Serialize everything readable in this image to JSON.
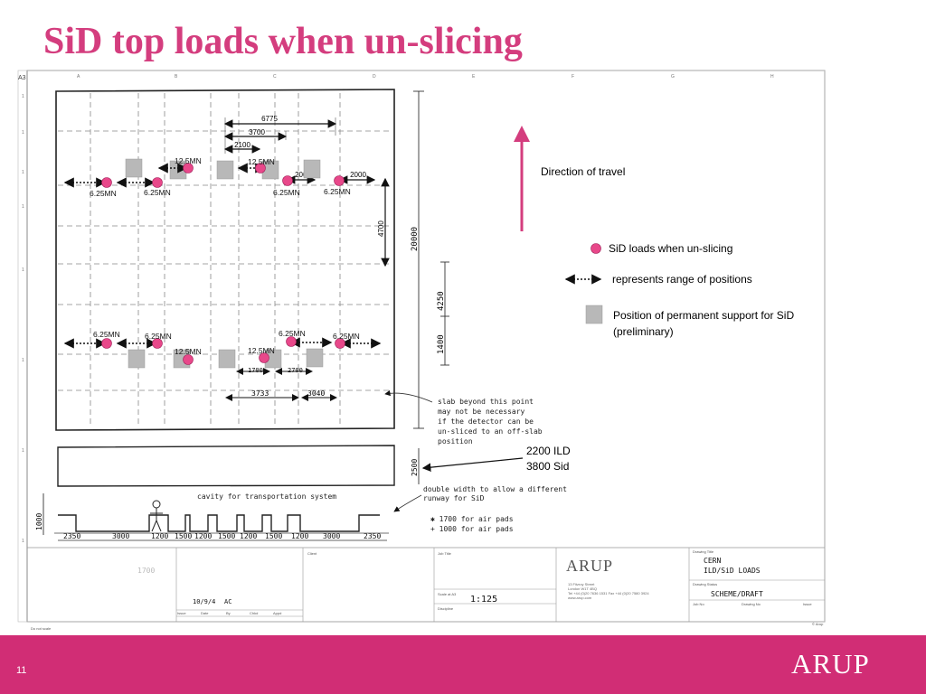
{
  "title": "SiD top loads when un-slicing",
  "sheet": {
    "size": "A3",
    "columns": [
      "A",
      "B",
      "C",
      "D",
      "E",
      "F",
      "G",
      "H"
    ],
    "row_numbers": [
      "1",
      "1",
      "1",
      "1",
      "1",
      "1",
      "1",
      "1"
    ],
    "not_to_scale": "Do not scale",
    "copyright": "© Arup"
  },
  "dimensions": {
    "d6775": "6775",
    "d3700": "3700",
    "d2100": "2100",
    "d2000a": "2000",
    "d2000b": "2000",
    "d4700": "4700",
    "d20000": "20000",
    "d4250": "4250",
    "d1400": "1400",
    "d1700": "1700",
    "d2700": "2700",
    "d3733": "3733",
    "d3040": "3040",
    "d2500": "2500",
    "d1000": "1000",
    "bottom": [
      "2350",
      "3000",
      "1200",
      "1500",
      "1200",
      "1500",
      "1200",
      "1500",
      "1200",
      "3000",
      "2350"
    ]
  },
  "loads_top": {
    "big1": "12.5MN",
    "big2": "12.5MN",
    "s1": "6.25MN",
    "s2": "6.25MN",
    "s3": "6.25MN",
    "s4": "6.25MN"
  },
  "loads_bottom": {
    "s1": "6.25MN",
    "s2": "6.25MN",
    "s3": "6.25MN",
    "s4": "6.25MN",
    "big1": "12.5MN",
    "big2": "12.5MN"
  },
  "legend": {
    "direction": "Direction of travel",
    "sid_loads": "SiD loads when un-slicing",
    "range": "represents range of positions",
    "support_line1": "Position of permanent support for SiD",
    "support_line2": "(preliminary)"
  },
  "annotations": {
    "ild_sid_line1": "2200 ILD",
    "ild_sid_line2": "3800 Sid",
    "slab_note": [
      "slab beyond this point",
      "may not be necessary",
      "if the detector can be",
      "un-sliced to an off-slab",
      "position"
    ],
    "cavity": "cavity for transportation system",
    "runway": [
      "double width to allow a different",
      "runway for SiD"
    ],
    "air1": "✱ 1700  for air pads",
    "air2": "+ 1000  for air pads"
  },
  "title_block": {
    "client_label": "Client",
    "job_title_label": "Job Title",
    "scale_label": "Scale at A3",
    "scale_value": "1:125",
    "discipline_label": "Discipline",
    "drawing_title_label": "Drawing Title",
    "drawing_title_value_1": "CERN",
    "drawing_title_value_2": "ILD/SiD LOADS",
    "drawing_status_label": "Drawing Status",
    "drawing_status_value": "SCHEME/DRAFT",
    "job_no_label": "Job No",
    "drawing_no_label": "Drawing No",
    "issue_label": "Issue",
    "arup": "ARUP",
    "address": [
      "13 Fitzroy Street",
      "London W1T 4BQ",
      "Tel +44 (0)20 7636 1531 Fax +44 (0)20 7580 3924",
      "www.arup.com"
    ],
    "rev_headers": [
      "Issue",
      "Date",
      "By",
      "Chkd",
      "Appd"
    ],
    "rev_date": "10/9/4",
    "rev_by": "AC",
    "margin_note": "1700"
  },
  "footer": {
    "page_number": "11",
    "logo": "ARUP"
  },
  "colors": {
    "accent": "#d43d7e",
    "footer": "#d12d75",
    "load_dot": "#e8488a",
    "support": "#b8b8b8"
  }
}
